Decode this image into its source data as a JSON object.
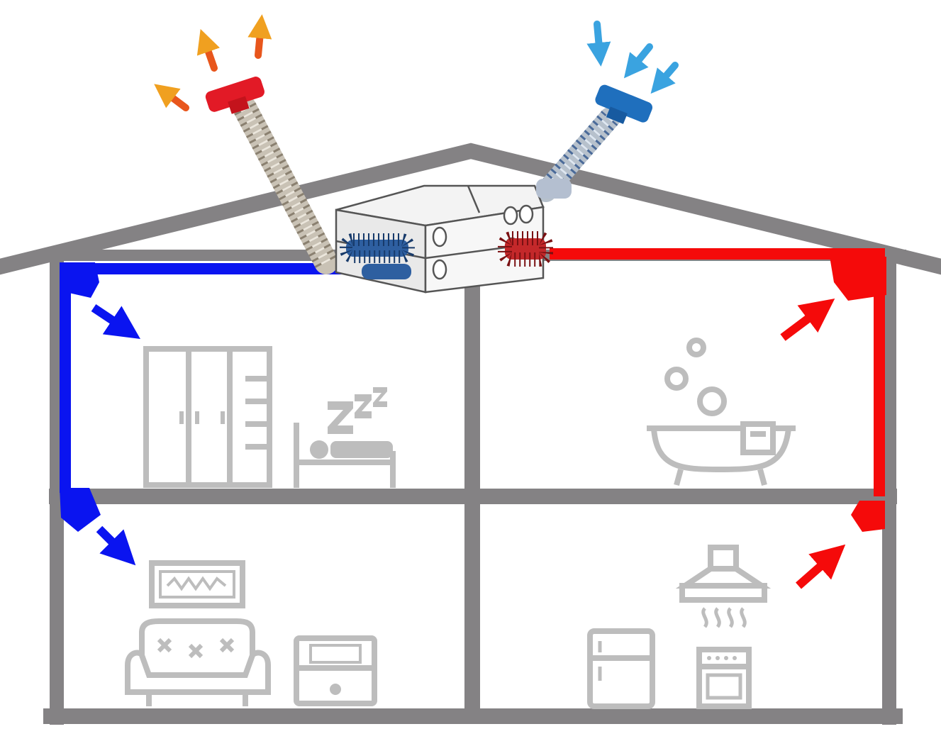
{
  "diagram": {
    "kind": "house-heat-recovery-ventilation",
    "colors": {
      "walls": "#848284",
      "supply_air": "#0a14f0",
      "extract_air": "#f50a0a",
      "furniture": "#bdbdbd",
      "hot_arrow": "#e8561c",
      "cold_arrow": "#3aa3e0",
      "exhaust_cap": "#e21a26",
      "intake_cap": "#1f6fbd",
      "unit_body": "#f2f2f2"
    },
    "rooms": [
      {
        "id": "bedroom",
        "floor": "upper",
        "side": "left",
        "airflow": "supply",
        "icons": [
          "wardrobe-icon",
          "sleeping-bed-icon",
          "zzz-icon"
        ]
      },
      {
        "id": "bathroom",
        "floor": "upper",
        "side": "right",
        "airflow": "extract",
        "icons": [
          "bathtub-icon",
          "bubbles-icon"
        ]
      },
      {
        "id": "living-room",
        "floor": "lower",
        "side": "left",
        "airflow": "supply",
        "icons": [
          "tv-icon",
          "sofa-icon",
          "nightstand-icon"
        ]
      },
      {
        "id": "kitchen",
        "floor": "lower",
        "side": "right",
        "airflow": "extract",
        "icons": [
          "range-hood-icon",
          "steam-icon",
          "refrigerator-icon",
          "stove-icon"
        ]
      }
    ],
    "unit": {
      "name": "recuperator-icon"
    },
    "outdoor_ducts": [
      {
        "id": "exhaust-duct",
        "direction": "out",
        "color": "hot_arrow"
      },
      {
        "id": "intake-duct",
        "direction": "in",
        "color": "cold_arrow"
      }
    ]
  }
}
